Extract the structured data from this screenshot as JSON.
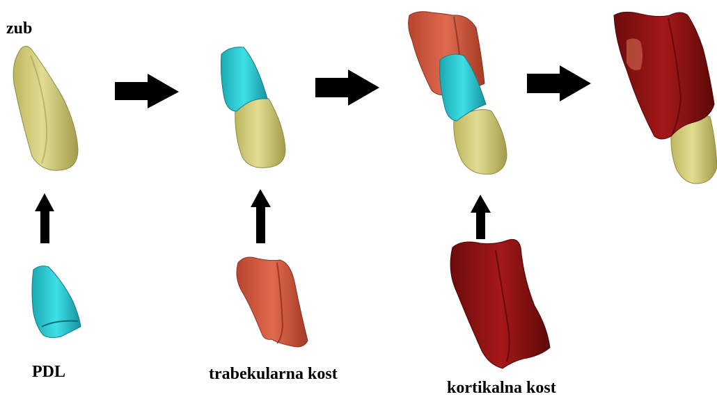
{
  "labels": {
    "tooth": "zub",
    "pdl": "PDL",
    "trabecular_bone": "trabekularna kost",
    "cortical_bone": "kortikalna kost"
  },
  "colors": {
    "tooth": "#d3cd78",
    "tooth_shade": "#a9a24f",
    "pdl": "#2ecbd3",
    "pdl_shade": "#1b98a1",
    "trabecular": "#d2583f",
    "trabecular_shade": "#9e3624",
    "cortical": "#8e1212",
    "cortical_shade": "#5a0707",
    "arrow": "#000000"
  }
}
